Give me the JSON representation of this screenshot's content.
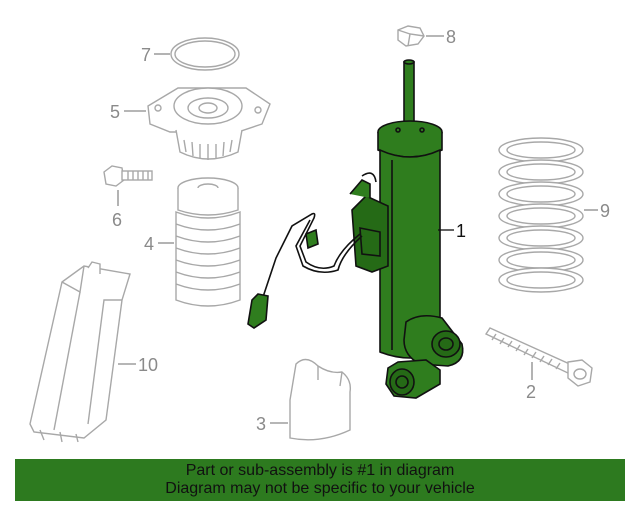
{
  "callouts": {
    "c1": "1",
    "c2": "2",
    "c3": "3",
    "c4": "4",
    "c5": "5",
    "c6": "6",
    "c7": "7",
    "c8": "8",
    "c9": "9",
    "c10": "10"
  },
  "banner": {
    "line1": "Part or sub-assembly is #1 in diagram",
    "line2": "Diagram may not be specific to your vehicle"
  },
  "colors": {
    "highlight_part": "#2f7d1e",
    "banner_background": "#2d7a1f",
    "other_parts_outline": "#a8a8a8"
  }
}
